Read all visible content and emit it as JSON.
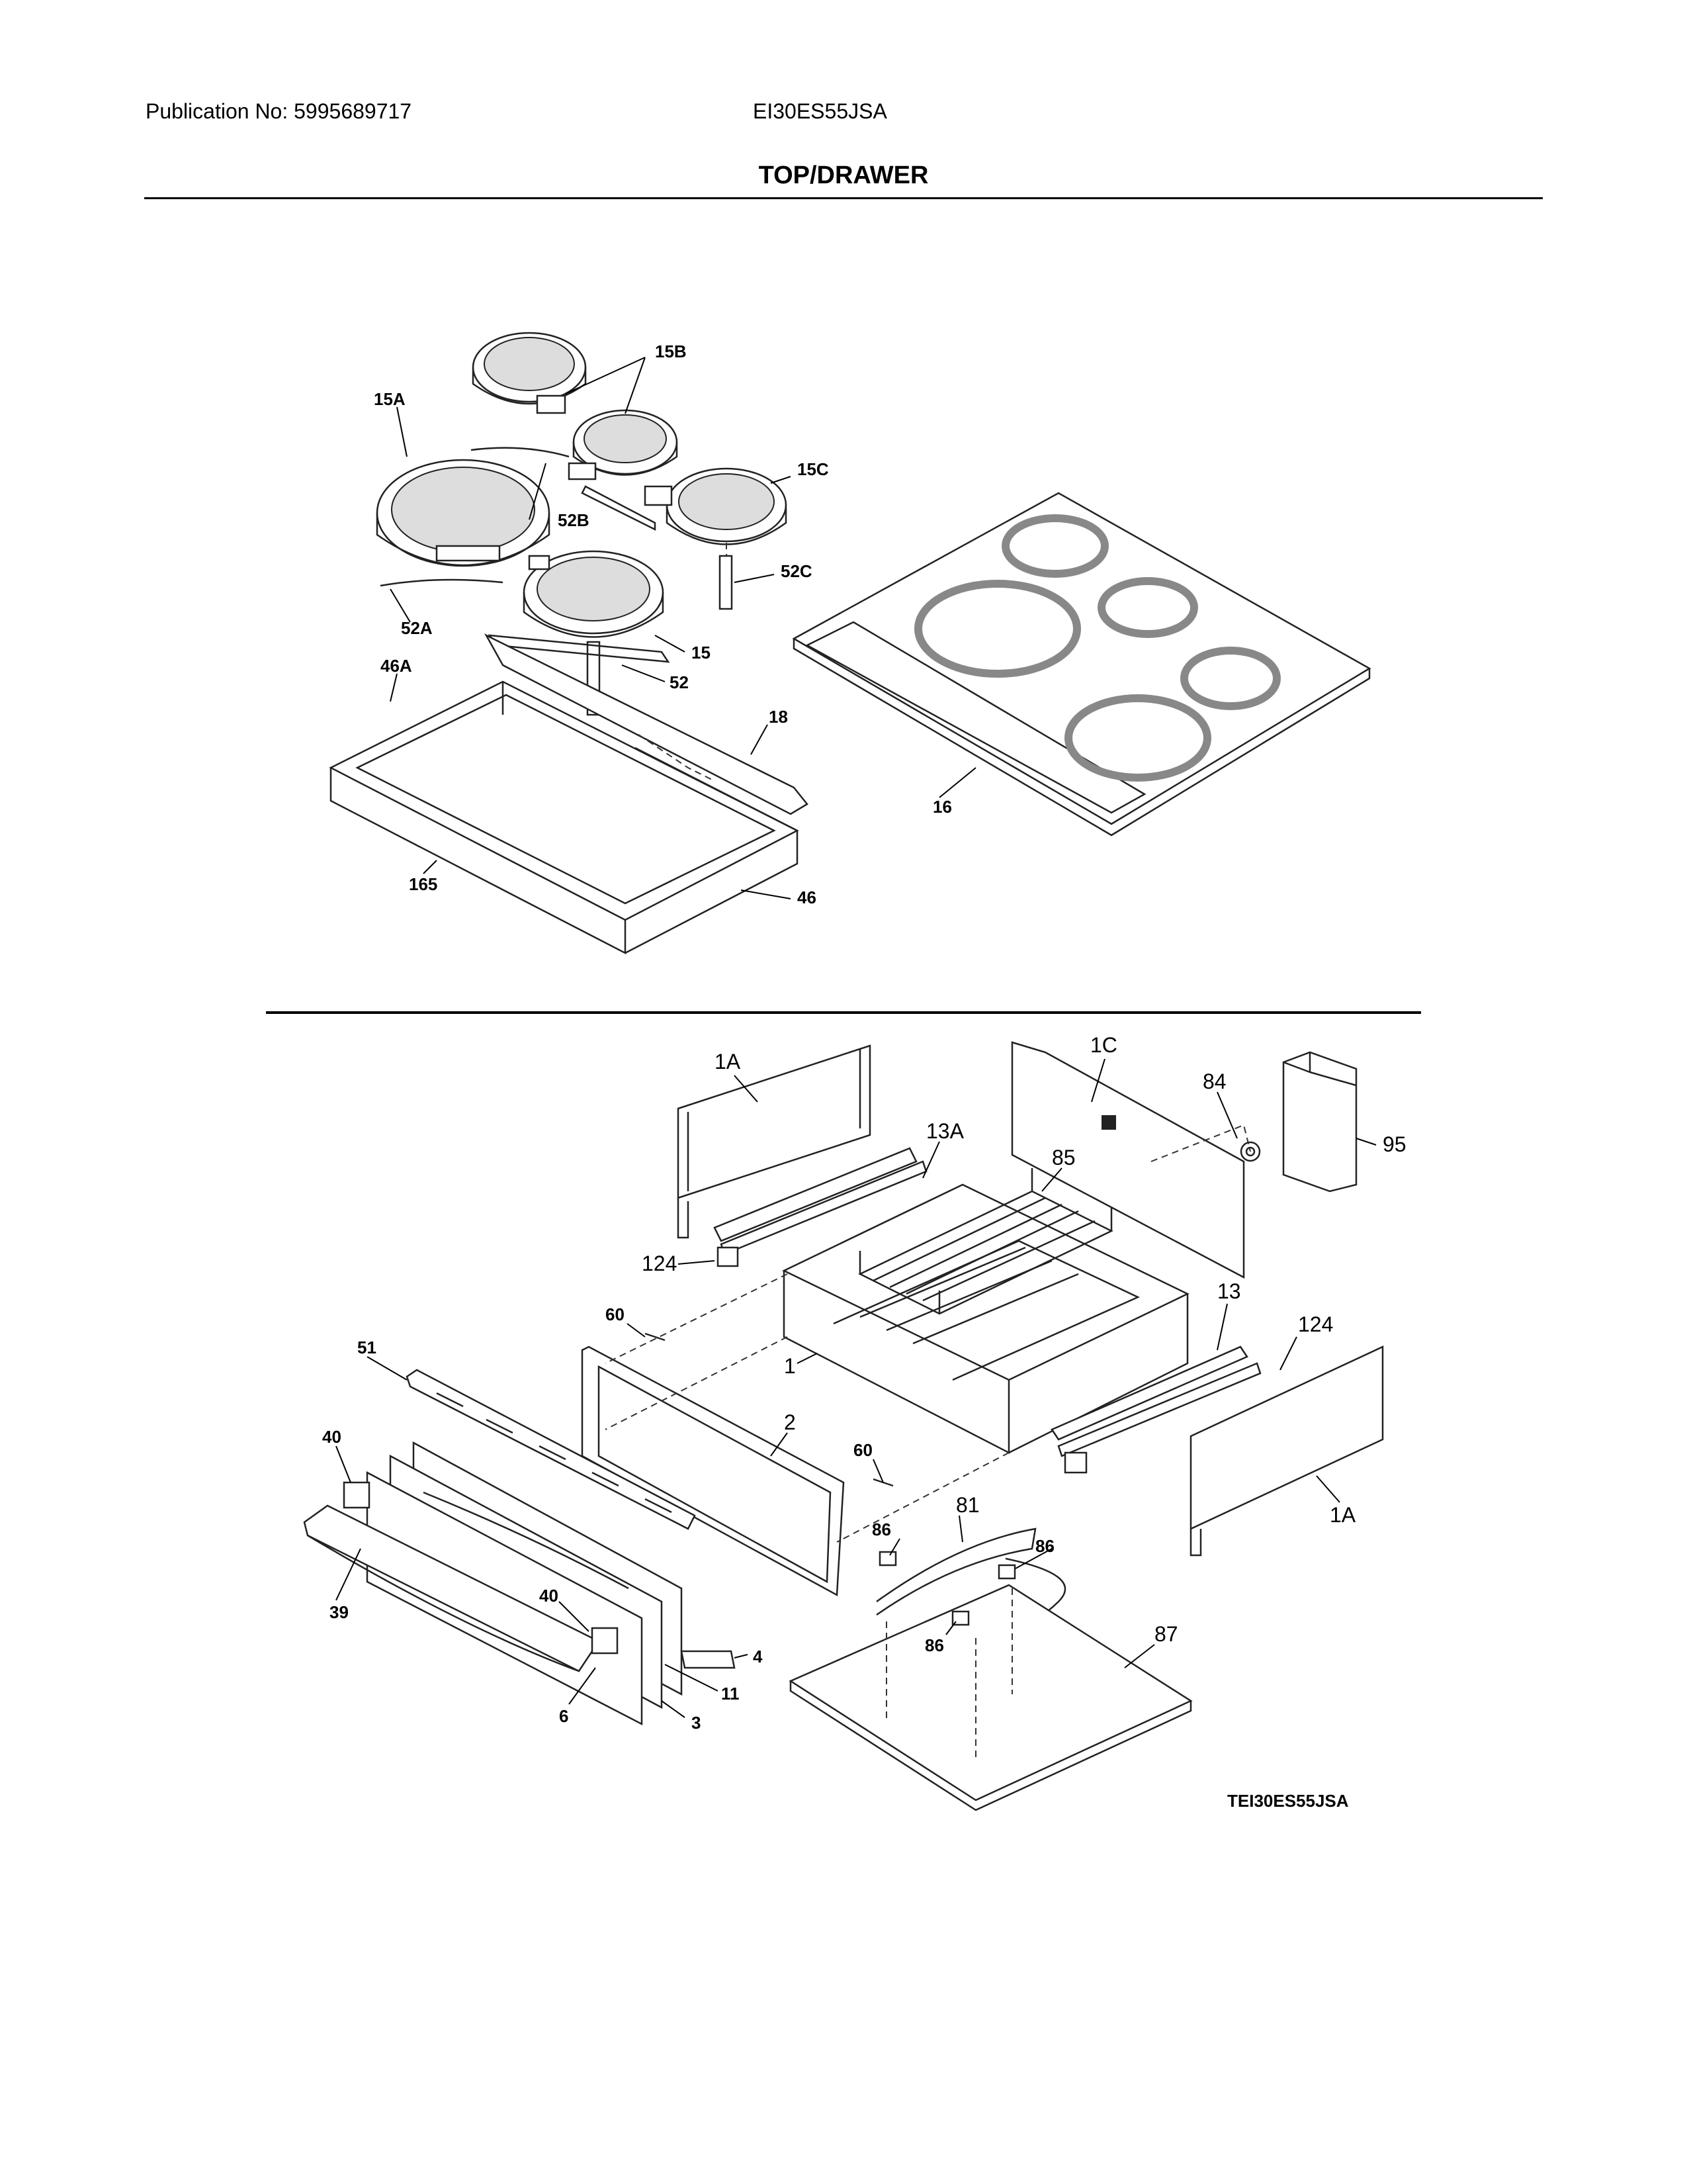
{
  "header": {
    "publication": "Publication No: 5995689717",
    "model": "EI30ES55JSA",
    "title": "TOP/DRAWER"
  },
  "diagram_code": "TEI30ES55JSA",
  "top_section": {
    "labels": [
      "15B",
      "15A",
      "15C",
      "52B",
      "52C",
      "52A",
      "15",
      "52",
      "46A",
      "18",
      "16",
      "165",
      "46"
    ]
  },
  "bottom_section": {
    "labels": [
      "1A",
      "1C",
      "84",
      "95",
      "13A",
      "85",
      "124",
      "60",
      "13",
      "124",
      "51",
      "1",
      "2",
      "60",
      "40",
      "81",
      "86",
      "86",
      "1A",
      "39",
      "40",
      "86",
      "87",
      "4",
      "11",
      "6",
      "3"
    ]
  }
}
